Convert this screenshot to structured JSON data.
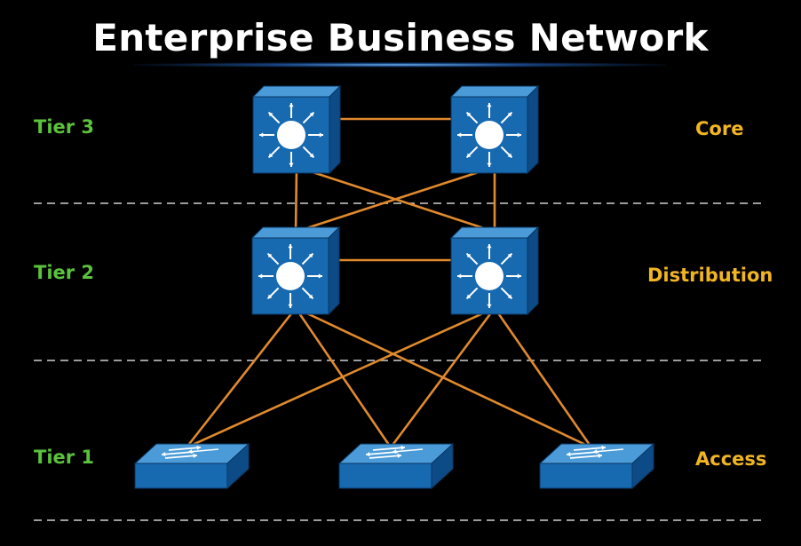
{
  "title": "Enterprise Business Network",
  "tiers": [
    {
      "tier": "Tier 3",
      "layer": "Core"
    },
    {
      "tier": "Tier 2",
      "layer": "Distribution"
    },
    {
      "tier": "Tier 1",
      "layer": "Access"
    }
  ],
  "colors": {
    "background": "#000000",
    "title": "#ffffff",
    "tier_label": "#5ac23c",
    "layer_label": "#f2b522",
    "link": "#e08a2c",
    "device_front": "#1769b0",
    "device_top": "#4a9bd8",
    "device_side": "#0d4b87",
    "divider": "#cfcfcf"
  },
  "devices": [
    {
      "id": "core-1",
      "icon": "multilayer-switch-icon",
      "tier": 3
    },
    {
      "id": "core-2",
      "icon": "multilayer-switch-icon",
      "tier": 3
    },
    {
      "id": "dist-1",
      "icon": "multilayer-switch-icon",
      "tier": 2
    },
    {
      "id": "dist-2",
      "icon": "multilayer-switch-icon",
      "tier": 2
    },
    {
      "id": "access-1",
      "icon": "workgroup-switch-icon",
      "tier": 1
    },
    {
      "id": "access-2",
      "icon": "workgroup-switch-icon",
      "tier": 1
    },
    {
      "id": "access-3",
      "icon": "workgroup-switch-icon",
      "tier": 1
    }
  ],
  "links": [
    [
      "core-1",
      "core-2"
    ],
    [
      "core-1",
      "dist-1"
    ],
    [
      "core-1",
      "dist-2"
    ],
    [
      "core-2",
      "dist-1"
    ],
    [
      "core-2",
      "dist-2"
    ],
    [
      "dist-1",
      "dist-2"
    ],
    [
      "dist-1",
      "access-1"
    ],
    [
      "dist-1",
      "access-2"
    ],
    [
      "dist-1",
      "access-3"
    ],
    [
      "dist-2",
      "access-1"
    ],
    [
      "dist-2",
      "access-2"
    ],
    [
      "dist-2",
      "access-3"
    ]
  ]
}
